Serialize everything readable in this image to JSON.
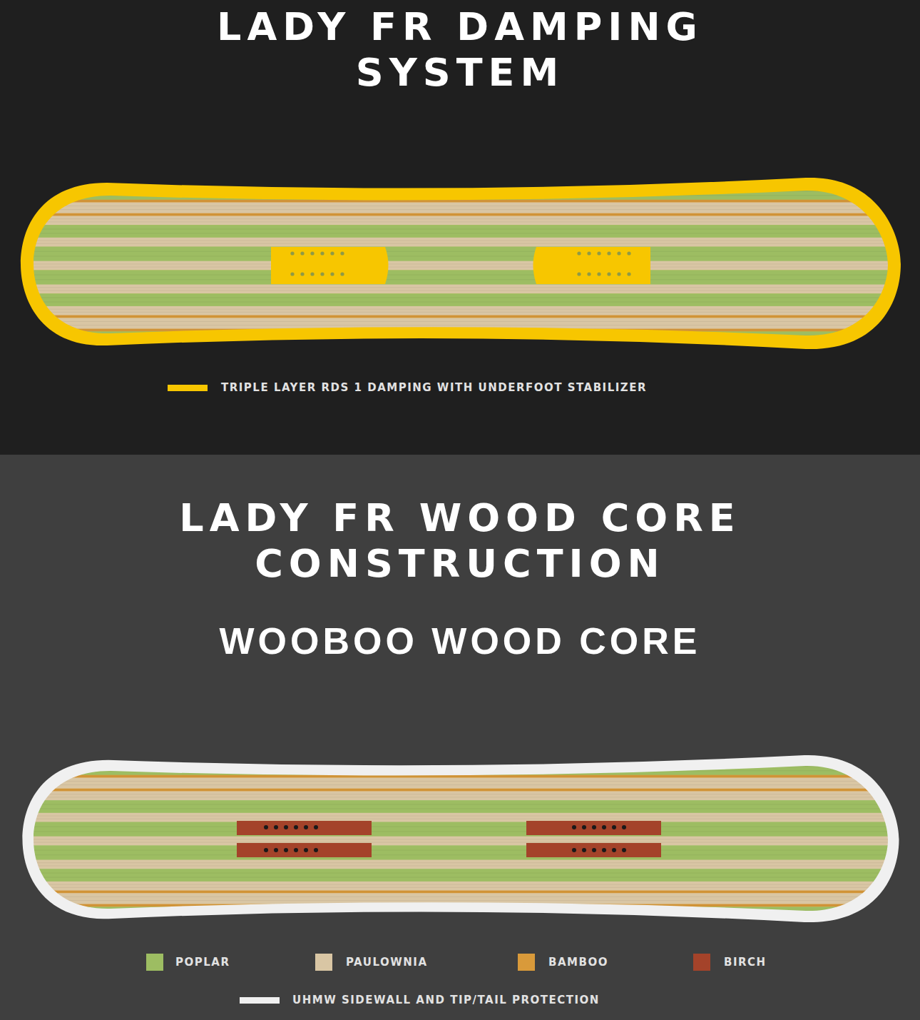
{
  "diagram": {
    "title": "LADY FR DAMPING SYSTEM",
    "labels": [
      "LADY FR WOOD CORE CONSTRUCTION",
      "WOOBOO WOOD CORE"
    ],
    "legend": [
      {
        "text": "TRIPLE LAYER RDS 1 DAMPING WITH UNDERFOOT STABILIZER",
        "color": "#f7c600"
      },
      {
        "text": "POPLAR",
        "color": "#9dbd62"
      },
      {
        "text": "PAULOWNIA",
        "color": "#d9c6a4"
      },
      {
        "text": "BAMBOO",
        "color": "#d99a3a"
      },
      {
        "text": "BIRCH",
        "color": "#a4432a"
      },
      {
        "text": "UHMW SIDEWALL AND TIP/TAIL PROTECTION",
        "color": "#f0f0f0"
      }
    ]
  }
}
